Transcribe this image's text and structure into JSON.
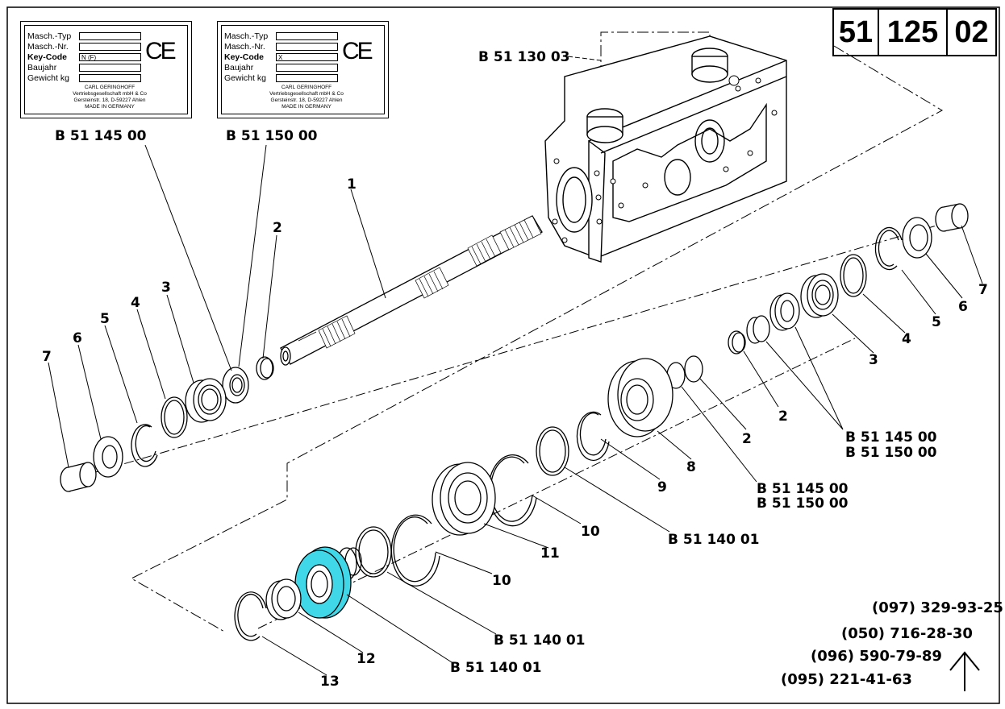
{
  "code": [
    "51",
    "125",
    "02"
  ],
  "plates": [
    {
      "name": "plate-left",
      "fields": [
        "Masch.-Typ",
        "Masch.-Nr.",
        "Key-Code",
        "Baujahr",
        "Gewicht kg"
      ],
      "key_code_value": "N (F)",
      "ce_mark": "CE",
      "footer": [
        "CARL GERINGHOFF",
        "Vertriebsgesellschaft mbH & Co",
        "Gersteinstr. 18, D-59227 Ahlen",
        "MADE IN GERMANY"
      ],
      "ref": "B 51 145 00"
    },
    {
      "name": "plate-right",
      "fields": [
        "Masch.-Typ",
        "Masch.-Nr.",
        "Key-Code",
        "Baujahr",
        "Gewicht kg"
      ],
      "key_code_value": "X",
      "ce_mark": "CE",
      "footer": [
        "CARL GERINGHOFF",
        "Vertriebsgesellschaft mbH & Co",
        "Gersteinstr. 18, D-59227 Ahlen",
        "MADE IN GERMANY"
      ],
      "ref": "B 51 150 00"
    }
  ],
  "labels": {
    "housing_ref": "B 51 130 03",
    "n1": "1",
    "n2a": "2",
    "n3a": "3",
    "n4a": "4",
    "n5a": "5",
    "n6a": "6",
    "n7a": "7",
    "n7b": "7",
    "n6b": "6",
    "n5b": "5",
    "n4b": "4",
    "n3b": "3",
    "n2b": "2",
    "n2c": "2",
    "ref_group_a1": "B 51 145 00",
    "ref_group_a2": "B 51 150 00",
    "n8": "8",
    "n9": "9",
    "ref_group_b1": "B 51 145 00",
    "ref_group_b2": "B 51 150 00",
    "ref_14001_a": "B 51 140 01",
    "n10a": "10",
    "n11": "11",
    "n10b": "10",
    "ref_14001_b": "B 51 140 01",
    "ref_14001_c": "B 51 140 01",
    "n12": "12",
    "n13": "13"
  },
  "phones": [
    "(097) 329-93-25",
    "(050) 716-28-30",
    "(096) 590-79-89",
    "(095) 221-41-63"
  ],
  "colors": {
    "highlight": "#40d8e8",
    "line": "#000000"
  }
}
